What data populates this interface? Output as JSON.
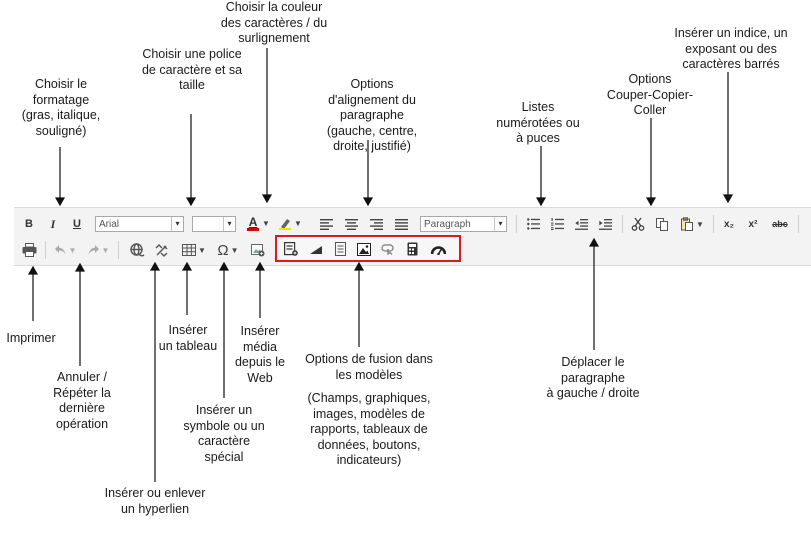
{
  "annotations": {
    "formatage": "Choisir le\nformatage\n(gras, italique,\nsouligné)",
    "police": "Choisir une police\nde caractère et sa\ntaille",
    "couleur": "Choisir la couleur\ndes caractères / du\nsurlignement",
    "alignement": "Options\nd'alignement du\nparagraphe\n(gauche, centre,\ndroite, justifié)",
    "listes": "Listes\nnumérotées ou\nà puces",
    "couper": "Options\nCouper-Copier-\nColler",
    "indice": "Insérer un indice, un\nexposant ou des\ncaractères barrés",
    "imprimer": "Imprimer",
    "annuler": "Annuler /\nRépéter la\ndernière\nopération",
    "hyperlien": "Insérer ou enlever\nun hyperlien",
    "tableau": "Insérer\nun tableau",
    "symbole": "Insérer un\nsymbole ou un\ncaractère\nspécial",
    "media": "Insérer\nmédia\ndepuis le\nWeb",
    "fusion_title": "Options de fusion dans\nles modèles",
    "fusion_detail": "(Champs, graphiques,\nimages, modèles de\nrapports, tableaux de\ndonnées, boutons,\nindicateurs)",
    "deplacer": "Déplacer le\nparagraphe\nà gauche / droite"
  },
  "toolbar": {
    "bold": "B",
    "italic": "I",
    "underline": "U",
    "font_value": "Arial",
    "size_value": "",
    "paragraph_value": "Paragraph",
    "font_color_letter": "A",
    "subscript": "x₂",
    "superscript": "x²",
    "strike": "abc",
    "symbol": "Ω"
  },
  "colors": {
    "toolbar_bg": "#f3f3f3",
    "highlight_box": "#d91b1b",
    "font_color_bar": "#d40000"
  },
  "icons": [
    "print-icon",
    "undo-icon",
    "redo-icon",
    "link-icon",
    "unlink-icon",
    "table-icon",
    "omega-icon",
    "media-icon",
    "fields-icon",
    "chart-icon",
    "report-template-icon",
    "image-icon",
    "button-icon",
    "datatable-icon",
    "gauge-icon",
    "align-left-icon",
    "align-center-icon",
    "align-right-icon",
    "align-justify-icon",
    "bullet-list-icon",
    "numbered-list-icon",
    "outdent-icon",
    "indent-icon",
    "cut-icon",
    "copy-icon",
    "paste-icon",
    "highlight-icon"
  ]
}
